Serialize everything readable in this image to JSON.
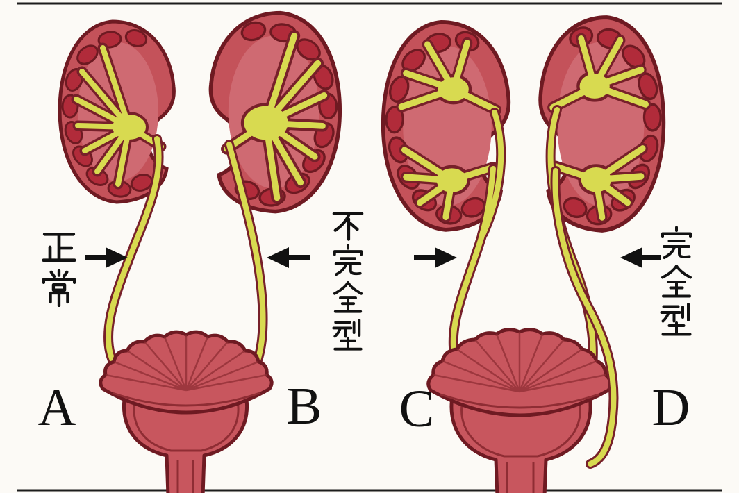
{
  "figure": {
    "background": "#fcfaf6",
    "labels": {
      "normal": "正常",
      "incomplete": "不完全型",
      "complete": "完全型"
    },
    "panels": [
      {
        "letter": "A",
        "condition": "正常"
      },
      {
        "letter": "B",
        "condition": "不完全型"
      },
      {
        "letter": "C",
        "condition": "不完全型"
      },
      {
        "letter": "D",
        "condition": "完全型"
      }
    ],
    "arrows": [
      {
        "direction": "right",
        "target": "A"
      },
      {
        "direction": "left",
        "target": "B"
      },
      {
        "direction": "right",
        "target": "C"
      },
      {
        "direction": "left",
        "target": "D"
      }
    ],
    "colors": {
      "kidney_cortex": "#c4525a",
      "kidney_inner": "#cf6a72",
      "kidney_lobule": "#b12b3a",
      "outline_dark": "#6e1a22",
      "renal_pelvis_yellow": "#d8da50",
      "ureter_outline": "#77202a",
      "bladder_fill": "#c8565e",
      "text_color": "#111111"
    }
  }
}
